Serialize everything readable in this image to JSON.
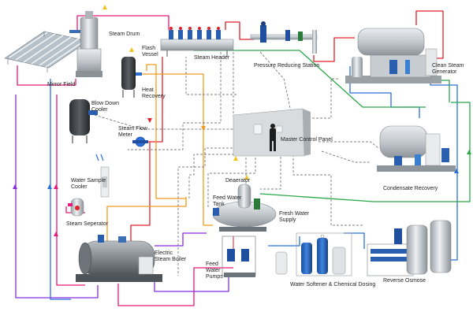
{
  "labels": {
    "mirror_field": "Mirror Field",
    "steam_drum": "Steam Drum",
    "flash_vessel": "Flash\nVessel",
    "heat_recovery": "Heat\nRecovery",
    "steam_header": "Steam Header",
    "pressure_reducing_station": "Pressure Reducing Station",
    "clean_steam_generator": "Clean Steam\nGenerator",
    "blow_down_cooler": "Blow Down\nCooler",
    "steam_flow_meter": "Steam Flow\nMeter",
    "master_control_panel": "Master Control Panel",
    "condensate_recovery": "Condensate Recovery",
    "water_sample_cooler": "Water Sample\nCooler",
    "deaerator": "Deaerator",
    "feed_water_tank": "Feed Water\nTank",
    "steam_seperator": "Steam Seperator",
    "fresh_water_supply": "Fresh Water\nSupply",
    "electric_steam_boiler": "Electric\nSteam Boiler",
    "feed_water_pumps": "Feed\nWater\nPumps",
    "water_softener": "Water Softener & Chemical Dosing",
    "reverse_osmose": "Reverse Osmose"
  },
  "pipe_colors": {
    "steam": "#e8197a",
    "red_steam": "#e0202a",
    "feed": "#8a2be2",
    "return": "#2a6fdb",
    "condensate": "#2aa84a",
    "hot": "#f39a1e",
    "control": "#555555"
  }
}
